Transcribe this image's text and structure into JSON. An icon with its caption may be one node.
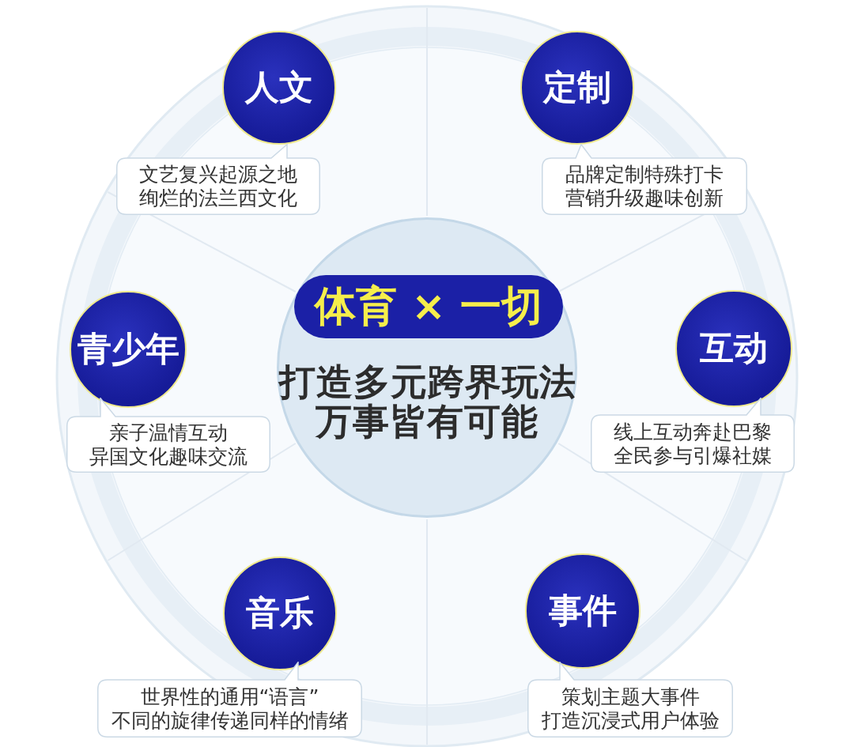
{
  "diagram": {
    "nodes": [
      {
        "text": [
          "人文"
        ]
      },
      {
        "text": [
          "文艺复兴起源之地绚烂的法兰西文化"
        ]
      },
      {
        "text": [
          "定制"
        ]
      },
      {
        "text": [
          "品牌定制特殊打卡营销升级趣味创新"
        ]
      },
      {
        "text": [
          "打造多元跨界玩法万事皆有可能"
        ]
      },
      {
        "text": [
          "体育 × 一切"
        ],
        "in": 4
      },
      {
        "text": [
          "青少年"
        ]
      },
      {
        "text": [
          "亲子温情互动异国文化趣味交流"
        ]
      },
      {
        "text": [
          "互动"
        ]
      },
      {
        "text": [
          "线上互动奔赴巴黎全民参与引爆社媒"
        ]
      },
      {
        "text": [
          "音乐"
        ]
      },
      {
        "text": [
          "世界性的通用“语言”不同的旋律传递同样的情绪"
        ]
      },
      {
        "text": [
          "事件"
        ]
      },
      {
        "text": [
          "策划主题大事件打造沉浸式用户体验"
        ]
      }
    ]
  }
}
